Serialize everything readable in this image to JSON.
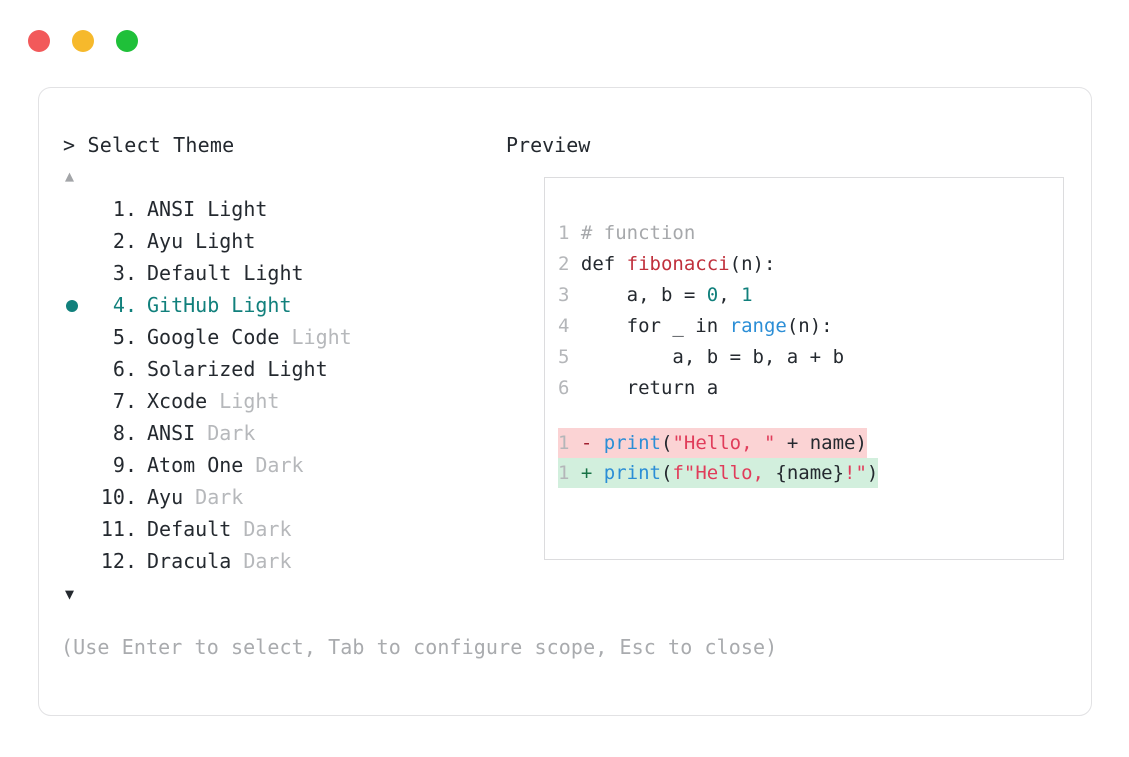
{
  "window": {
    "traffic_lights": [
      {
        "name": "close",
        "color": "#f2595a"
      },
      {
        "name": "minimize",
        "color": "#f6b92c"
      },
      {
        "name": "maximize",
        "color": "#1fc039"
      }
    ]
  },
  "prompt": {
    "text": "> Select Theme",
    "scroll_up": "▲",
    "scroll_down": "▼"
  },
  "themes": [
    {
      "index": " 1.",
      "name": "ANSI",
      "suffix": " Light",
      "suffix_dim": false,
      "selected": false
    },
    {
      "index": " 2.",
      "name": "Ayu",
      "suffix": " Light",
      "suffix_dim": false,
      "selected": false
    },
    {
      "index": " 3.",
      "name": "Default",
      "suffix": " Light",
      "suffix_dim": false,
      "selected": false
    },
    {
      "index": " 4.",
      "name": "GitHub",
      "suffix": " Light",
      "suffix_dim": false,
      "selected": true
    },
    {
      "index": " 5.",
      "name": "Google Code",
      "suffix": " Light",
      "suffix_dim": true,
      "selected": false
    },
    {
      "index": " 6.",
      "name": "Solarized",
      "suffix": " Light",
      "suffix_dim": false,
      "selected": false
    },
    {
      "index": " 7.",
      "name": "Xcode",
      "suffix": " Light",
      "suffix_dim": true,
      "selected": false
    },
    {
      "index": " 8.",
      "name": "ANSI",
      "suffix": " Dark",
      "suffix_dim": true,
      "selected": false
    },
    {
      "index": " 9.",
      "name": "Atom One",
      "suffix": " Dark",
      "suffix_dim": true,
      "selected": false
    },
    {
      "index": "10.",
      "name": "Ayu",
      "suffix": " Dark",
      "suffix_dim": true,
      "selected": false
    },
    {
      "index": "11.",
      "name": "Default",
      "suffix": " Dark",
      "suffix_dim": true,
      "selected": false
    },
    {
      "index": "12.",
      "name": "Dracula",
      "suffix": " Dark",
      "suffix_dim": true,
      "selected": false
    }
  ],
  "help": {
    "text": "(Use Enter to select, Tab to configure scope, Esc to close)"
  },
  "preview": {
    "title": "Preview",
    "code_lines": [
      {
        "ln": "1",
        "tokens": [
          {
            "t": "# function",
            "c": "comment"
          }
        ]
      },
      {
        "ln": "2",
        "tokens": [
          {
            "t": "def ",
            "c": "kw"
          },
          {
            "t": "fibonacci",
            "c": "fn"
          },
          {
            "t": "(n):",
            "c": "punct"
          }
        ]
      },
      {
        "ln": "3",
        "tokens": [
          {
            "t": "    a, b = ",
            "c": "plain"
          },
          {
            "t": "0",
            "c": "num"
          },
          {
            "t": ", ",
            "c": "plain"
          },
          {
            "t": "1",
            "c": "num"
          }
        ]
      },
      {
        "ln": "4",
        "tokens": [
          {
            "t": "    for _ in ",
            "c": "plain"
          },
          {
            "t": "range",
            "c": "builtin"
          },
          {
            "t": "(n):",
            "c": "punct"
          }
        ]
      },
      {
        "ln": "5",
        "tokens": [
          {
            "t": "        a, b = b, a + b",
            "c": "plain"
          }
        ]
      },
      {
        "ln": "6",
        "tokens": [
          {
            "t": "    return a",
            "c": "plain"
          }
        ]
      }
    ],
    "diff_lines": [
      {
        "kind": "del",
        "ln": "1",
        "mark": "-",
        "tokens": [
          {
            "t": "print",
            "c": "builtin"
          },
          {
            "t": "(",
            "c": "punct"
          },
          {
            "t": "\"Hello, \"",
            "c": "str"
          },
          {
            "t": " + name",
            "c": "plain"
          },
          {
            "t": ")",
            "c": "punct"
          }
        ]
      },
      {
        "kind": "add",
        "ln": "1",
        "mark": "+",
        "tokens": [
          {
            "t": "print",
            "c": "builtin"
          },
          {
            "t": "(",
            "c": "punct"
          },
          {
            "t": "f\"Hello, ",
            "c": "str"
          },
          {
            "t": "{name}",
            "c": "plain"
          },
          {
            "t": "!\"",
            "c": "str"
          },
          {
            "t": ")",
            "c": "punct"
          }
        ]
      }
    ]
  },
  "colors": {
    "accent_teal": "#11807c",
    "diff_del_bg": "#fbd3d4",
    "diff_add_bg": "#d2efdd",
    "dim_text": "#b6b8bb",
    "body_text": "#24292f"
  }
}
